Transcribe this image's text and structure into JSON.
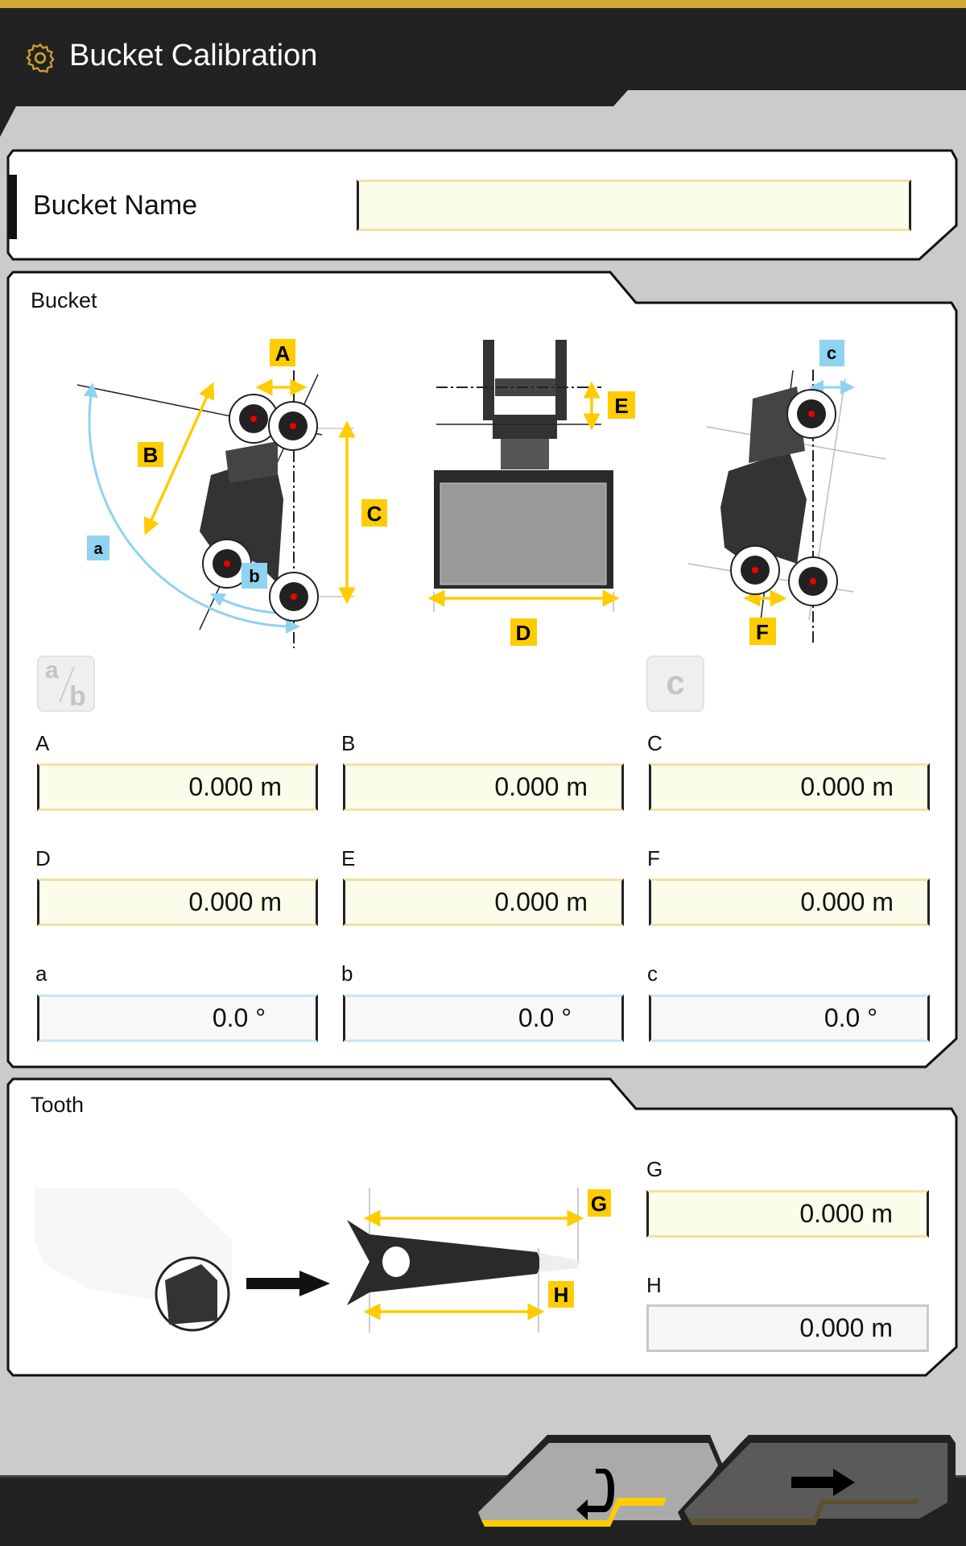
{
  "header": {
    "title": "Bucket Calibration",
    "icon": "gear-icon"
  },
  "bucket_name": {
    "label": "Bucket Name",
    "value": ""
  },
  "bucket": {
    "section_title": "Bucket",
    "toggle_ab": {
      "top": "a",
      "bottom": "b"
    },
    "toggle_c": "c",
    "fields": [
      {
        "label": "A",
        "value": "0.000 m"
      },
      {
        "label": "B",
        "value": "0.000 m"
      },
      {
        "label": "C",
        "value": "0.000 m"
      },
      {
        "label": "D",
        "value": "0.000 m"
      },
      {
        "label": "E",
        "value": "0.000 m"
      },
      {
        "label": "F",
        "value": "0.000 m"
      },
      {
        "label": "a",
        "value": "0.0 °"
      },
      {
        "label": "b",
        "value": "0.0 °"
      },
      {
        "label": "c",
        "value": "0.0 °"
      }
    ]
  },
  "tooth": {
    "section_title": "Tooth",
    "fields": [
      {
        "label": "G",
        "value": "0.000 m"
      },
      {
        "label": "H",
        "value": "0.000 m"
      }
    ]
  },
  "diagram_labels": {
    "A": "A",
    "B": "B",
    "C": "C",
    "D": "D",
    "E": "E",
    "F": "F",
    "G": "G",
    "H": "H",
    "a": "a",
    "b": "b",
    "c": "c"
  },
  "footer": {
    "back_icon": "return-arrow-icon",
    "next_icon": "right-arrow-icon"
  },
  "colors": {
    "accent": "#d4a838",
    "dimension": "#ffcc00",
    "angle": "#8fd3f0",
    "header": "#222222",
    "background": "#cbcbcb"
  }
}
